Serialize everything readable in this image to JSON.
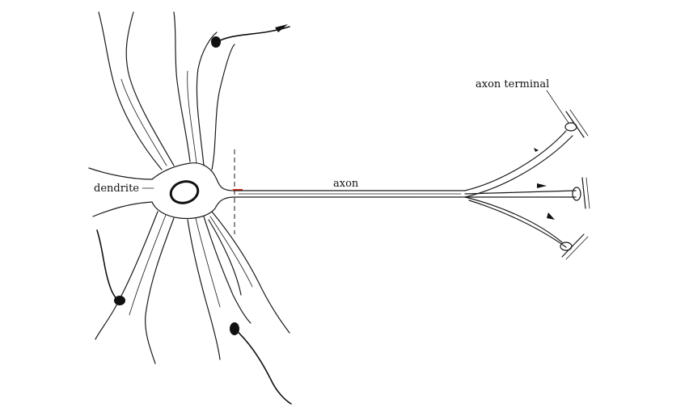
{
  "diagram": {
    "labels": {
      "dendrite": "dendrite",
      "axon": "axon",
      "axon_terminal": "axon terminal"
    },
    "colors": {
      "ink": "#1a1a1a",
      "background": "#ffffff",
      "axon_hillock_mark": "#d9261c"
    },
    "icons": [
      "incoming-synapse-arrow",
      "signal-direction-arrow"
    ]
  }
}
